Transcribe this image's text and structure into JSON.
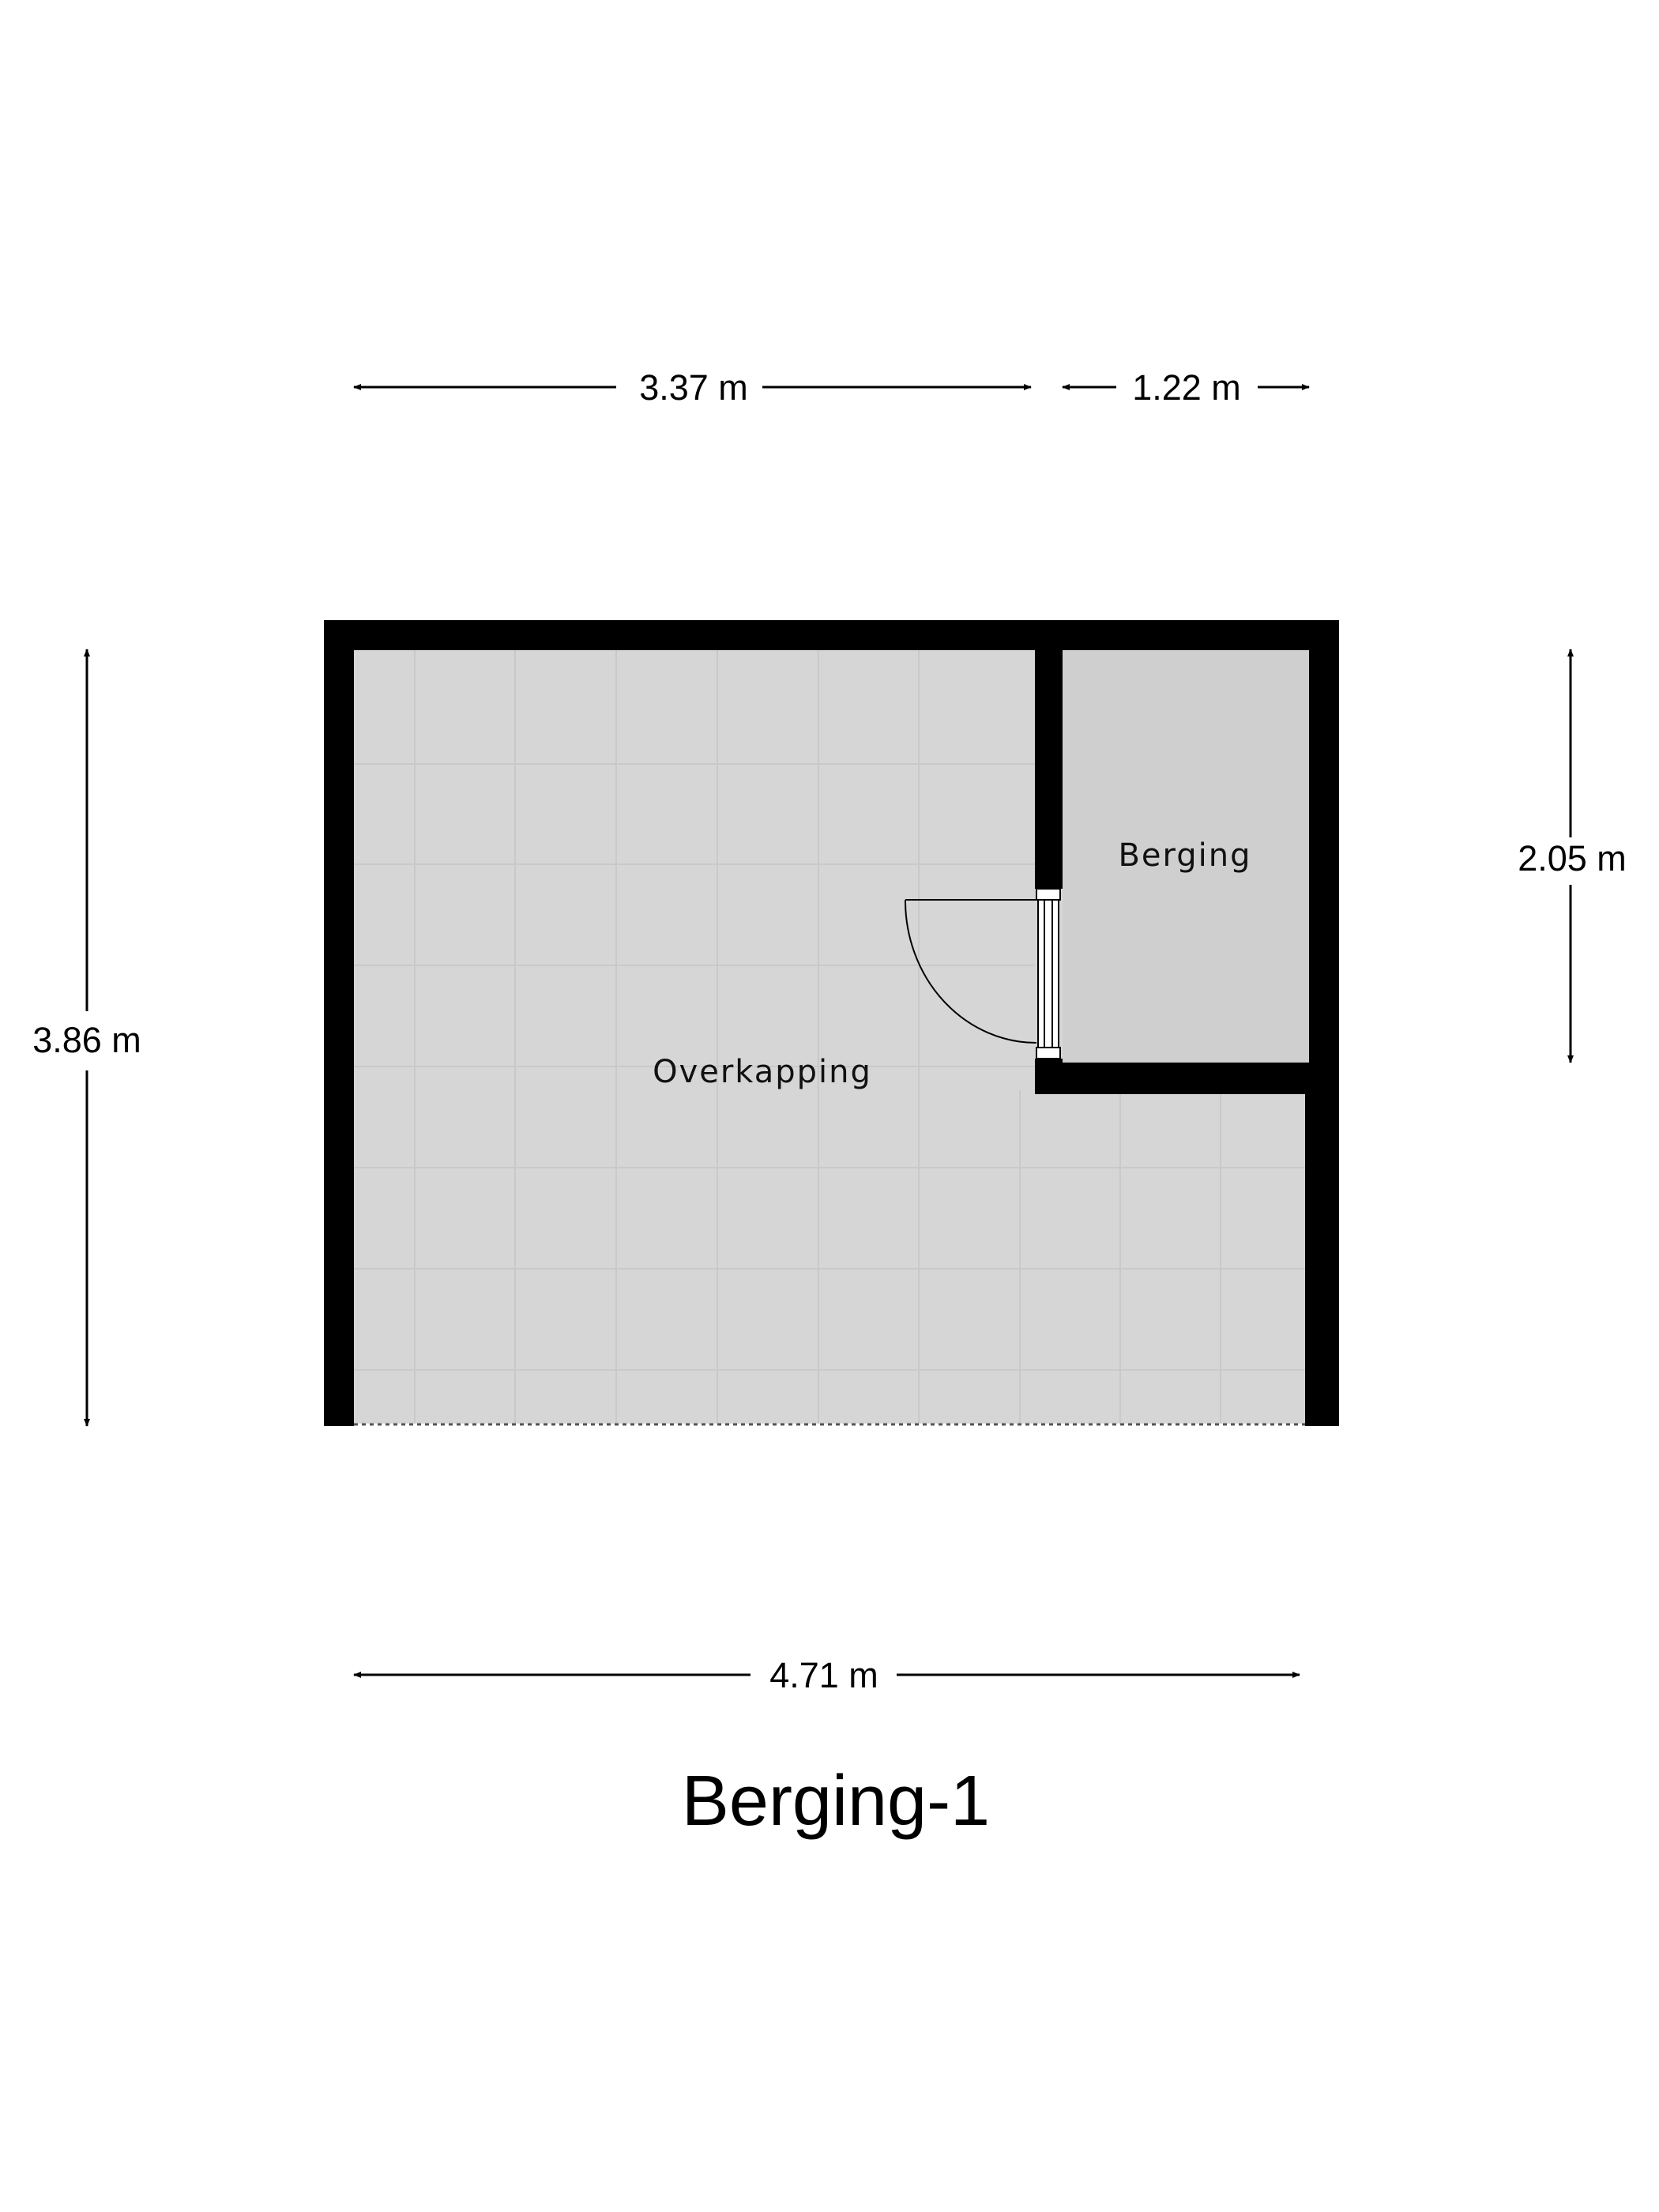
{
  "plan": {
    "title": "Berging-1",
    "rooms": {
      "overkapping": "Overkapping",
      "berging": "Berging"
    },
    "dimensions": {
      "top_left": "3.37 m",
      "top_right": "1.22 m",
      "left": "3.86 m",
      "right": "2.05 m",
      "bottom": "4.71 m"
    },
    "colors": {
      "wall": "#000000",
      "overkapping_floor": "#d6d6d6",
      "berging_floor": "#cfcfcf",
      "background": "#ffffff"
    }
  }
}
